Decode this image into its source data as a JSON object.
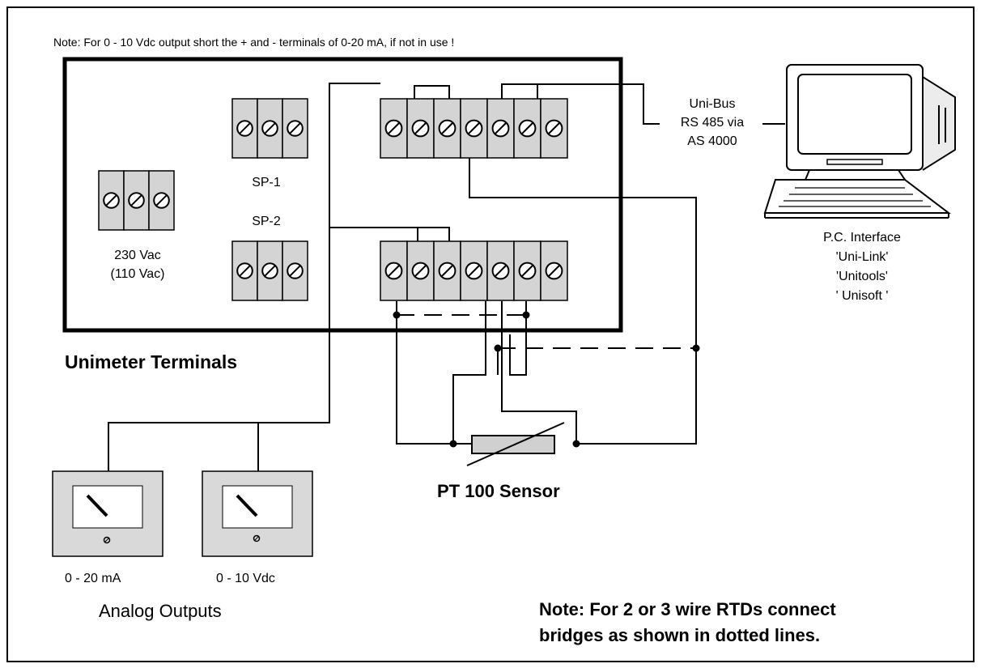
{
  "top_note": "Note:  For 0 - 10 Vdc output short the + and - terminals of 0-20 mA, if not in use !",
  "labels": {
    "sp1": "SP-1",
    "sp2": "SP-2",
    "power_line1": "230 Vac",
    "power_line2": "(110 Vac)",
    "bus_line1": "Uni-Bus",
    "bus_line2": "RS 485 via",
    "bus_line3": "AS 4000",
    "pc_line1": "P.C. Interface",
    "pc_line2": "'Uni-Link'",
    "pc_line3": "'Unitools'",
    "pc_line4": "' Unisoft '",
    "unimeter_title": "Unimeter Terminals",
    "sensor_title": "PT 100 Sensor",
    "meter1_label": "0 - 20 mA",
    "meter2_label": "0 - 10 Vdc",
    "analog_title": "Analog Outputs",
    "rtd_note_line1": "Note: For 2 or 3 wire RTDs connect",
    "rtd_note_line2": "bridges as shown in dotted lines."
  }
}
